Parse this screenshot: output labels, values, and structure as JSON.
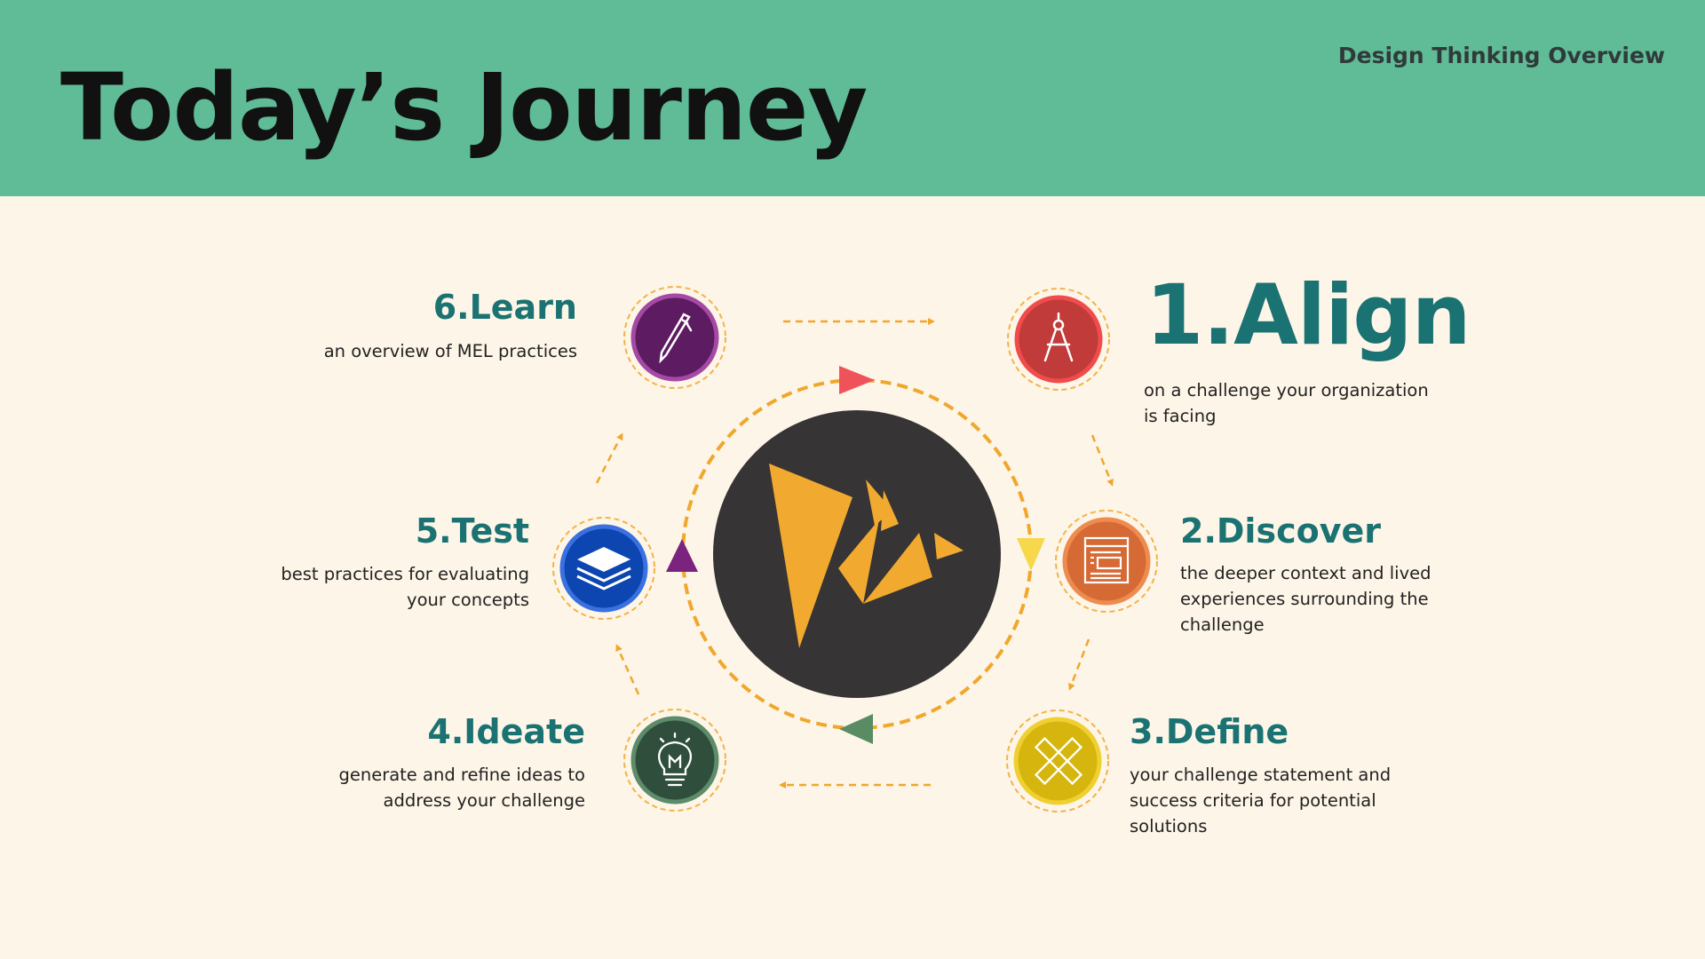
{
  "header": {
    "title": "Today’s Journey",
    "subtitle": "Design Thinking Overview"
  },
  "steps": [
    {
      "title": "1.Align",
      "desc": "on a challenge your organization is facing",
      "icon": "compass-icon",
      "color": "#c13b3b"
    },
    {
      "title": "2.Discover",
      "desc": "the deeper context and lived experiences surrounding the challenge",
      "icon": "webpage-layout-icon",
      "color": "#d66a35"
    },
    {
      "title": "3.Define",
      "desc": "your challenge statement and success criteria for potential solutions",
      "icon": "ruler-pencil-icon",
      "color": "#d6b60e"
    },
    {
      "title": "4.Ideate",
      "desc": "generate and refine ideas to address your challenge",
      "icon": "lightbulb-icon",
      "color": "#2f4f3c"
    },
    {
      "title": "5.Test",
      "desc": "best practices for evaluating your concepts",
      "icon": "layers-icon",
      "color": "#0d46b0"
    },
    {
      "title": "6.Learn",
      "desc": "an overview of MEL practices",
      "icon": "pen-icon",
      "color": "#5d1b61"
    }
  ],
  "colors": {
    "header_bg": "#60bb97",
    "page_bg": "#fdf5e7",
    "step_title": "#1a7272",
    "dashed_arrow": "#f0a72b",
    "center_circle": "#363435",
    "bird": "#f2a92f",
    "triangle_top": "#f0525a",
    "triangle_right": "#f7d84c",
    "triangle_bottom": "#5a8c64",
    "triangle_left": "#7a237f"
  }
}
